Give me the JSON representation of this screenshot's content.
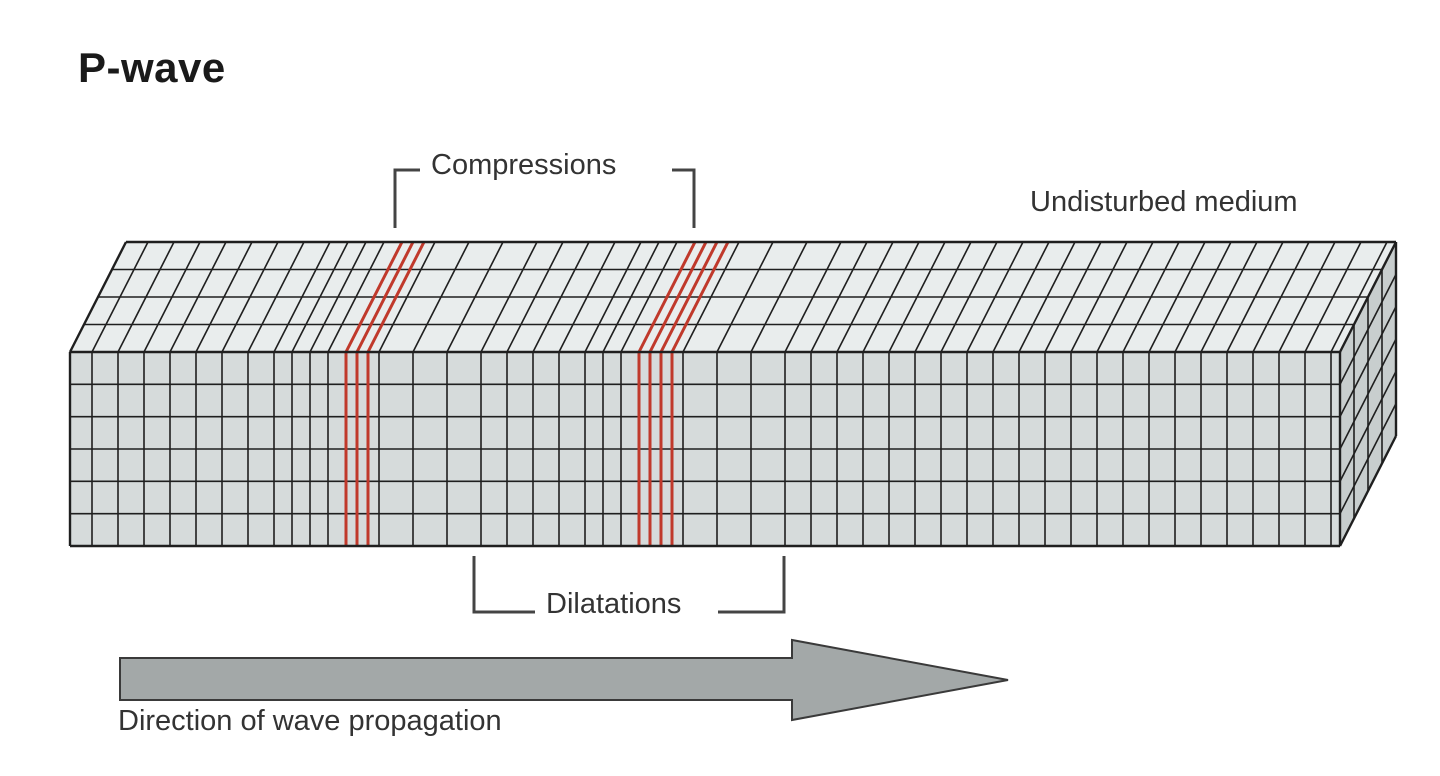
{
  "title": "P-wave",
  "labels": {
    "compressions": "Compressions",
    "undisturbed_medium": "Undisturbed medium",
    "dilatations": "Dilatations",
    "direction": "Direction of wave propagation"
  },
  "colors": {
    "grid_line": "#1f1f1f",
    "front_face": "#d6dbdb",
    "top_face": "#e9eded",
    "side_face": "#c8cece",
    "compression_lines": "#c0392b",
    "arrow_fill": "#a3a8a8",
    "arrow_stroke": "#3a3a3a",
    "bracket": "#444444"
  }
}
